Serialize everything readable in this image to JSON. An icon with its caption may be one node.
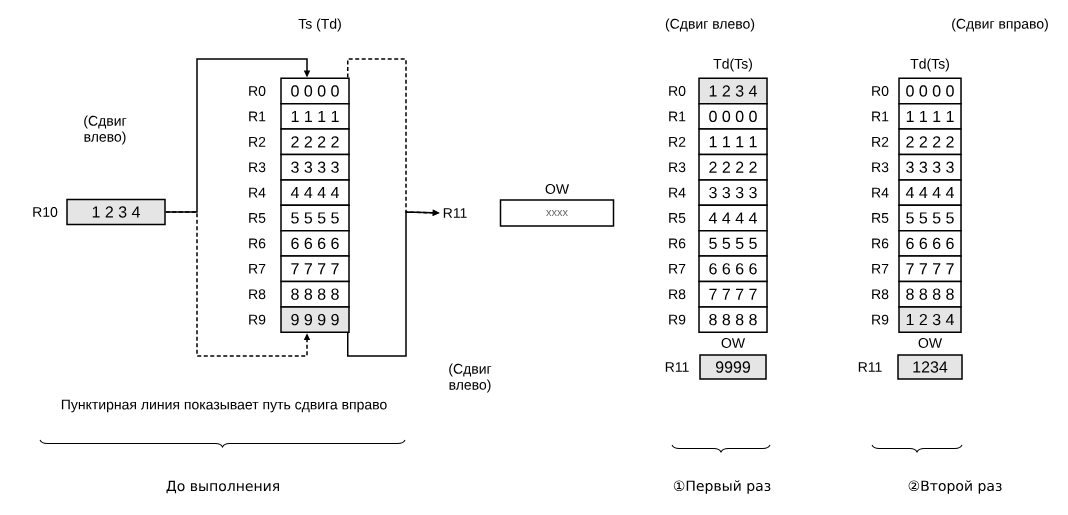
{
  "diagram": {
    "nodes": [
      {
        "text": [
          "1 2 3 4"
        ],
        "beside": [
          "R10"
        ]
      },
      {
        "text": [
          "0 0 0 0"
        ],
        "beside": [
          "R0"
        ]
      },
      {
        "text": [
          "1 1 1 1"
        ],
        "beside": [
          "R1"
        ]
      },
      {
        "text": [
          "2 2 2 2"
        ],
        "beside": [
          "R2"
        ]
      },
      {
        "text": [
          "3 3 3 3"
        ],
        "beside": [
          "R3"
        ]
      },
      {
        "text": [
          "4 4 4 4"
        ],
        "beside": [
          "R4"
        ]
      },
      {
        "text": [
          "5 5 5 5"
        ],
        "beside": [
          "R5"
        ]
      },
      {
        "text": [
          "6 6 6 6"
        ],
        "beside": [
          "R6"
        ]
      },
      {
        "text": [
          "7 7 7 7"
        ],
        "beside": [
          "R7"
        ]
      },
      {
        "text": [
          "8 8 8 8"
        ],
        "beside": [
          "R8"
        ]
      },
      {
        "text": [
          "9 9 9 9"
        ],
        "beside": [
          "R9"
        ]
      },
      {
        "text": [
          "OW",
          "xxxx"
        ],
        "beside": [
          "R11"
        ]
      },
      {
        "text": [
          "1 2 3 4"
        ],
        "beside": [
          "R0"
        ]
      },
      {
        "text": [
          "0 0 0 0"
        ],
        "beside": [
          "R1"
        ]
      },
      {
        "text": [
          "1 1 1 1"
        ],
        "beside": [
          "R2"
        ]
      },
      {
        "text": [
          "2 2 2 2"
        ],
        "beside": [
          "R3"
        ]
      },
      {
        "text": [
          "3 3 3 3"
        ],
        "beside": [
          "R4"
        ]
      },
      {
        "text": [
          "4 4 4 4"
        ],
        "beside": [
          "R5"
        ]
      },
      {
        "text": [
          "5 5 5 5"
        ],
        "beside": [
          "R6"
        ]
      },
      {
        "text": [
          "6 6 6 6"
        ],
        "beside": [
          "R7"
        ]
      },
      {
        "text": [
          "7 7 7 7"
        ],
        "beside": [
          "R8"
        ]
      },
      {
        "text": [
          "8 8 8 8"
        ],
        "beside": [
          "R9"
        ]
      },
      {
        "text": [
          "OW",
          "9999"
        ],
        "beside": [
          "R11"
        ]
      },
      {
        "text": [
          "0 0 0 0"
        ],
        "beside": [
          "R0"
        ]
      },
      {
        "text": [
          "1 1 1 1"
        ],
        "beside": [
          "R1"
        ]
      },
      {
        "text": [
          "2 2 2 2"
        ],
        "beside": [
          "R2"
        ]
      },
      {
        "text": [
          "3 3 3 3"
        ],
        "beside": [
          "R3"
        ]
      },
      {
        "text": [
          "4 4 4 4"
        ],
        "beside": [
          "R4"
        ]
      },
      {
        "text": [
          "5 5 5 5"
        ],
        "beside": [
          "R5"
        ]
      },
      {
        "text": [
          "6 6 6 6"
        ],
        "beside": [
          "R6"
        ]
      },
      {
        "text": [
          "7 7 7 7"
        ],
        "beside": [
          "R7"
        ]
      },
      {
        "text": [
          "8 8 8 8"
        ],
        "beside": [
          "R8"
        ]
      },
      {
        "text": [
          "1 2 3 4"
        ],
        "beside": [
          "R9"
        ]
      },
      {
        "text": [
          "OW",
          "1234"
        ],
        "beside": [
          "R11"
        ]
      }
    ],
    "edges": [
      {
        "from": 0,
        "to": 1,
        "arrow": "to"
      },
      {
        "from": 10,
        "to": 11,
        "arrow": "to"
      },
      {
        "from": 1,
        "to": 11,
        "arrow": "to",
        "style": "dashed"
      },
      {
        "from": 0,
        "to": 10,
        "arrow": "to",
        "style": "dashed"
      }
    ],
    "labels": [
      "Ts (Td)",
      "(Сдвиг влево)",
      "(Сдвиг вправо)",
      "Td(Ts)",
      "Td(Ts)",
      "(Сдвиг влево)",
      "(Сдвиг влево)",
      "Пунктирная линия показывает путь сдвига вправо",
      "До выполнения",
      "①Первый раз",
      "②Второй раз"
    ]
  }
}
